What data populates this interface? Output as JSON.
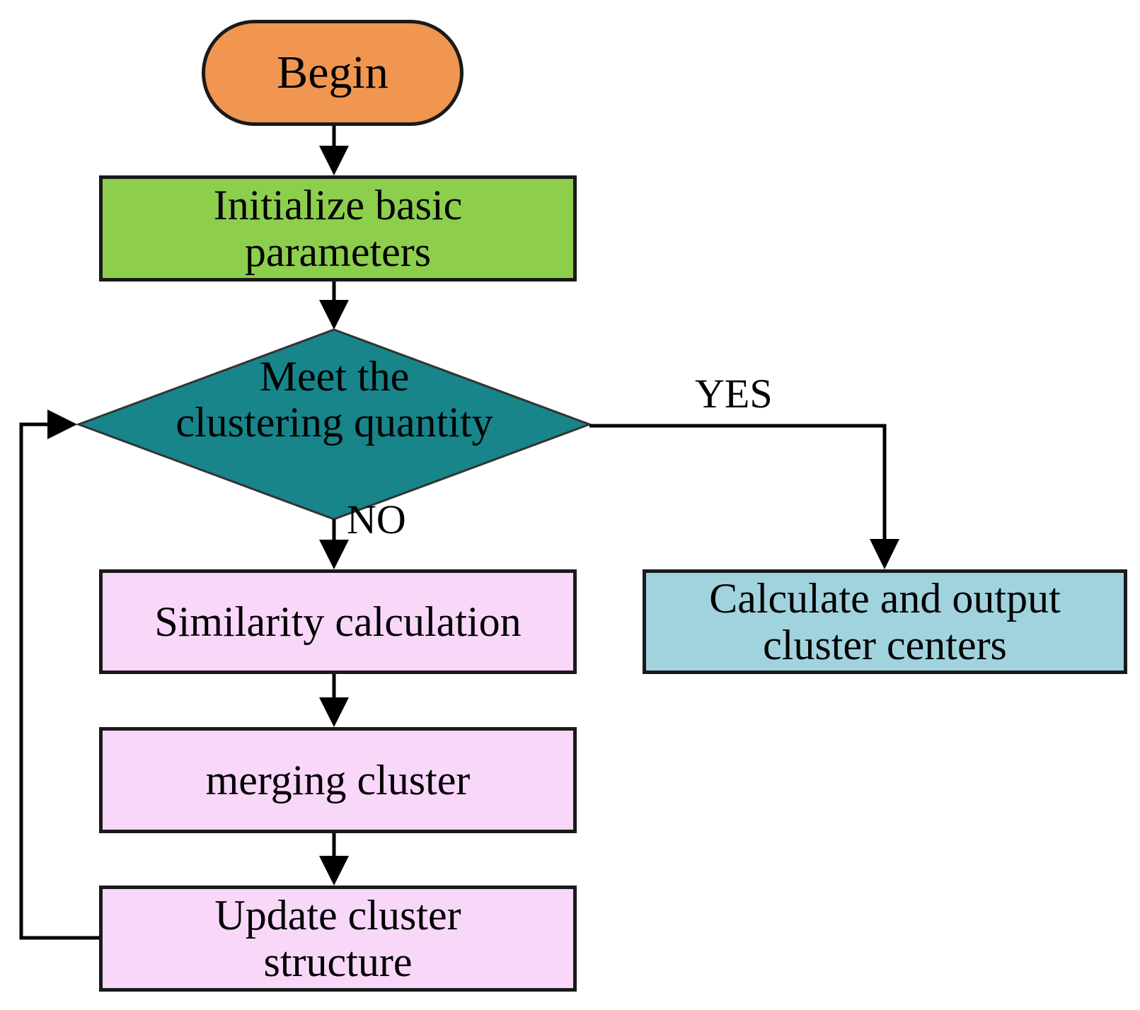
{
  "flowchart": {
    "nodes": {
      "begin": {
        "shape": "terminator",
        "label": "Begin",
        "fill": "#f09650"
      },
      "initialize": {
        "shape": "process",
        "line1": "Initialize basic",
        "line2": "parameters",
        "fill": "#8dce4d"
      },
      "decision": {
        "shape": "decision",
        "line1": "Meet the",
        "line2": "clustering quantity",
        "fill": "#17858a"
      },
      "calculate": {
        "shape": "process",
        "line1": "Calculate and output",
        "line2": "cluster centers",
        "fill": "#a1d3df"
      },
      "similarity": {
        "shape": "process",
        "label": "Similarity calculation",
        "fill": "#f8d7f9"
      },
      "merging": {
        "shape": "process",
        "label": "merging cluster",
        "fill": "#f8d7f9"
      },
      "update": {
        "shape": "process",
        "line1": "Update cluster",
        "line2": "structure",
        "fill": "#f8d7f9"
      }
    },
    "edge_labels": {
      "yes": "YES",
      "no": "NO"
    },
    "style": {
      "edge_color": "#000000",
      "border_color": "#1a1a1a",
      "text_color": "#000000",
      "background": "#ffffff"
    }
  }
}
